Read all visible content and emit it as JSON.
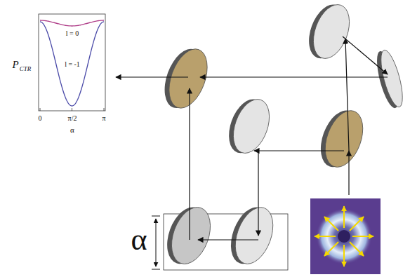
{
  "diagram": {
    "labels": [
      "P",
      "CTR",
      "l = 0",
      "l = -1",
      "0",
      "π/2",
      "π",
      "α",
      "α"
    ]
  }
}
